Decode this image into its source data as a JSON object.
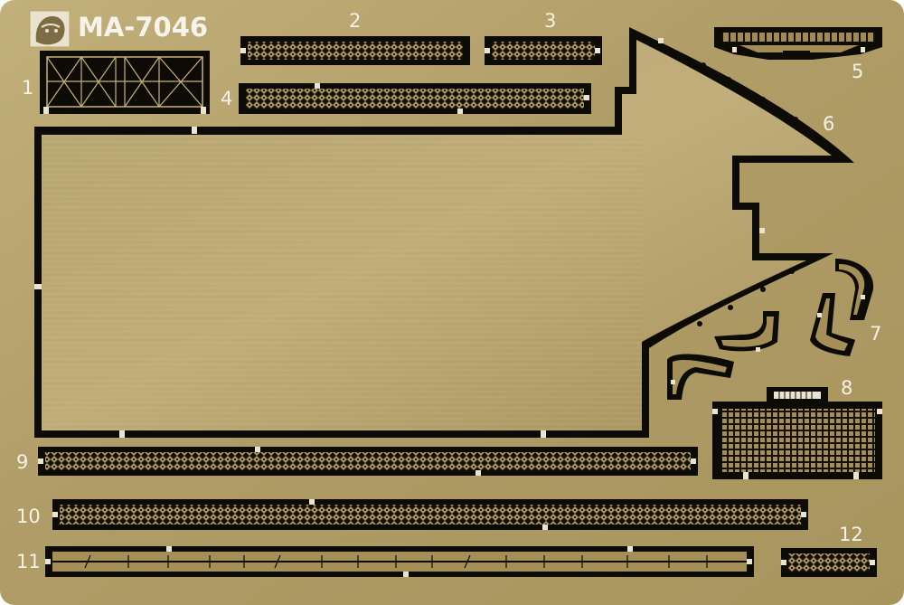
{
  "sheet": {
    "code": "MA-7046",
    "brass_color": "#b5a36f",
    "etch_color": "#0d0b06",
    "detail_color": "#c8b27a",
    "label_color": "#f4f1e6"
  },
  "parts": [
    {
      "id": "1",
      "label": "1"
    },
    {
      "id": "2",
      "label": "2"
    },
    {
      "id": "3",
      "label": "3"
    },
    {
      "id": "4",
      "label": "4"
    },
    {
      "id": "5",
      "label": "5"
    },
    {
      "id": "6",
      "label": "6"
    },
    {
      "id": "7",
      "label": "7"
    },
    {
      "id": "8",
      "label": "8"
    },
    {
      "id": "9",
      "label": "9"
    },
    {
      "id": "10",
      "label": "10"
    },
    {
      "id": "11",
      "label": "11"
    },
    {
      "id": "12",
      "label": "12"
    }
  ],
  "icons": {
    "logo": "face-logo-icon"
  }
}
